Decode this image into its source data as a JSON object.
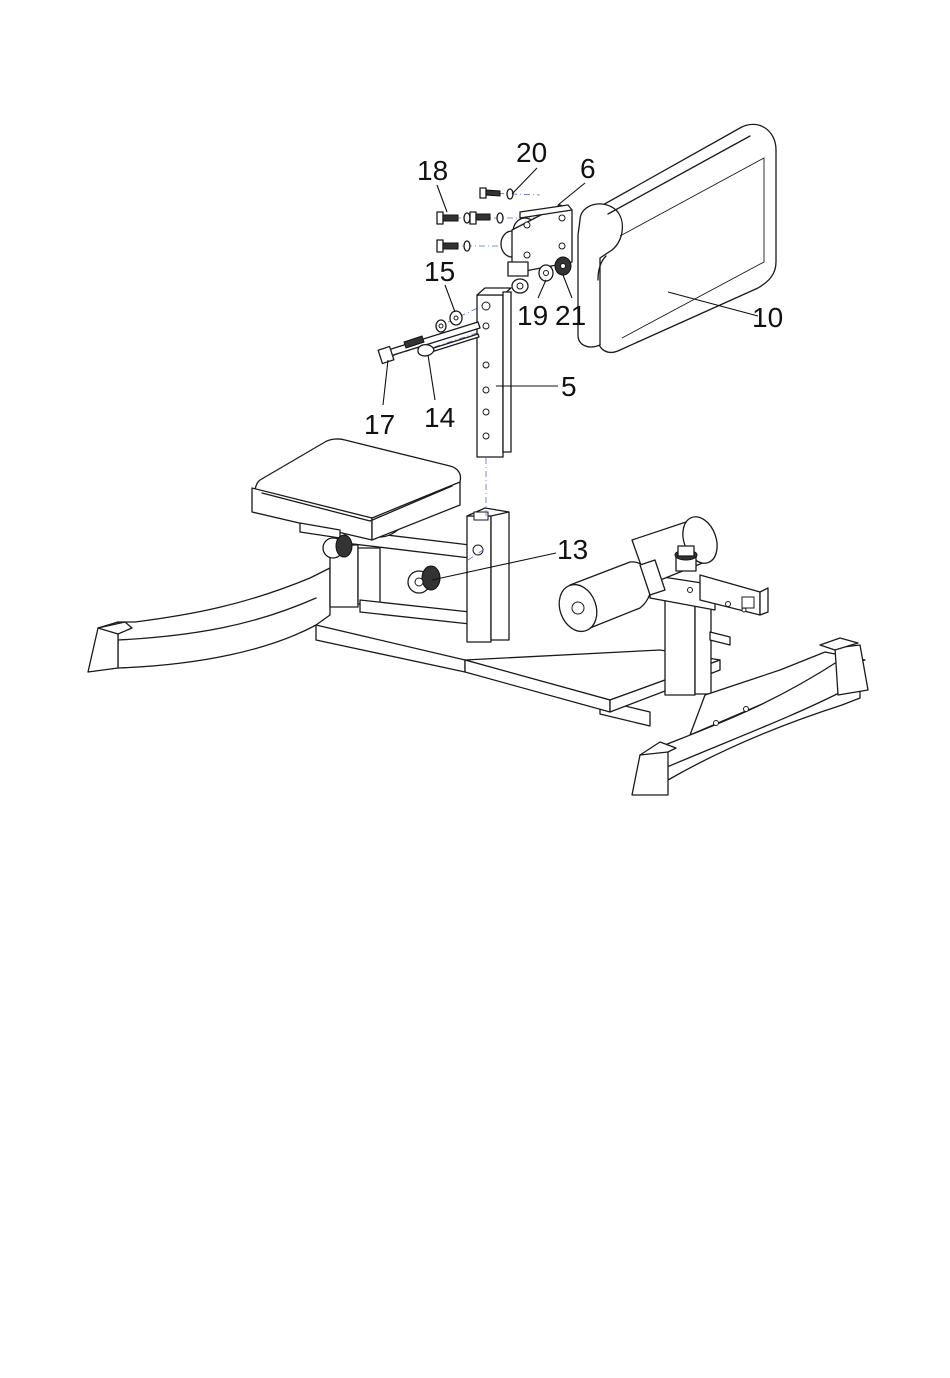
{
  "callouts": {
    "part_20": "20",
    "part_18": "18",
    "part_6": "6",
    "part_15": "15",
    "part_19": "19",
    "part_21": "21",
    "part_10": "10",
    "part_5": "5",
    "part_17": "17",
    "part_14": "14",
    "part_13": "13"
  },
  "colors": {
    "line": "#1a1a1a",
    "axis": "#5a6fc0",
    "background": "#ffffff"
  }
}
